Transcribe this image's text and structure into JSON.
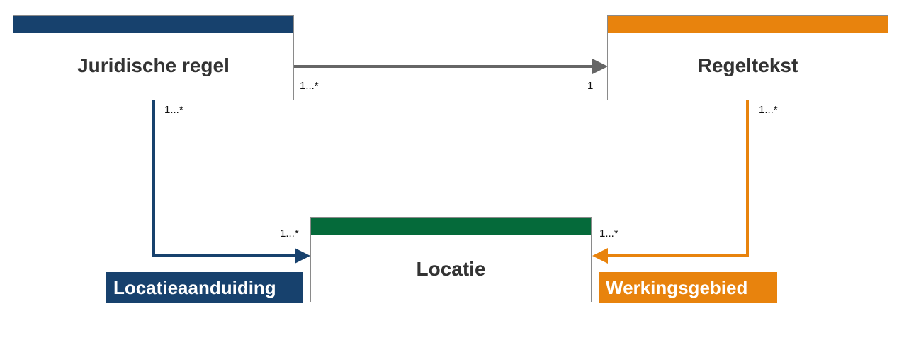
{
  "colors": {
    "navy": "#17416d",
    "orange": "#e8830d",
    "green": "#056a3a",
    "gray_arrow": "#666666"
  },
  "boxes": {
    "juridische_regel": {
      "title": "Juridische regel"
    },
    "regeltekst": {
      "title": "Regeltekst"
    },
    "locatie": {
      "title": "Locatie"
    }
  },
  "multiplicities": {
    "jr_to_rt_source": "1...*",
    "jr_to_rt_target": "1",
    "jr_to_loc_source": "1...*",
    "jr_to_loc_target": "1...*",
    "rt_to_loc_source": "1...*",
    "rt_to_loc_target": "1...*"
  },
  "relations": {
    "locatieaanduiding": "Locatieaanduiding",
    "werkingsgebied": "Werkingsgebied"
  }
}
